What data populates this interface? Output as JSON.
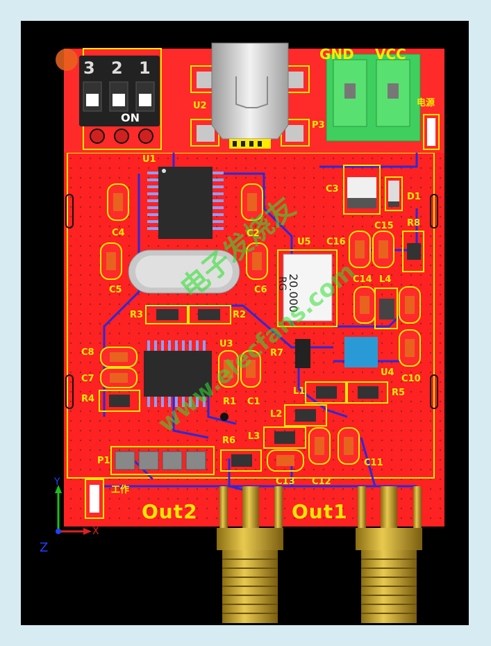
{
  "board": {
    "dip_switch": {
      "positions": [
        "3",
        "2",
        "1"
      ],
      "on_label": "ON"
    },
    "power_header": {
      "gnd_label": "GND",
      "vcc_label": "VCC"
    },
    "power_led_label": "电源",
    "work_led_label": "工作",
    "outputs": {
      "out1": "Out1",
      "out2": "Out2"
    },
    "crystal": {
      "freq": "20.000",
      "brand": "RG"
    },
    "watermark": {
      "line1": "电子发烧友",
      "line2": "www.elecfans.com"
    },
    "axes": {
      "x": "X",
      "y": "Y",
      "z": "Z"
    },
    "designators": {
      "U1": "U1",
      "U2": "U2",
      "U3": "U3",
      "U4": "U4",
      "U5": "U5",
      "P1": "P1",
      "P3": "P3",
      "D1": "D1",
      "C1": "C1",
      "C2": "C2",
      "C3": "C3",
      "C4": "C4",
      "C5": "C5",
      "C6": "C6",
      "C7": "C7",
      "C8": "C8",
      "C10": "C10",
      "C11": "C11",
      "C12": "C12",
      "C13": "C13",
      "C14": "C14",
      "C15": "C15",
      "C16": "C16",
      "R1": "R1",
      "R2": "R2",
      "R3": "R3",
      "R4": "R4",
      "R5": "R5",
      "R6": "R6",
      "R7": "R7",
      "R8": "R8",
      "L1": "L1",
      "L2": "L2",
      "L3": "L3",
      "L4": "L4"
    }
  },
  "colors": {
    "pcb": "#ff2a2a",
    "silk": "#ffea00",
    "trace": "#2a2ad8",
    "board_edge": "#000000",
    "connector_green": "#3fcf5f",
    "sma_gold": "#c8a632"
  }
}
